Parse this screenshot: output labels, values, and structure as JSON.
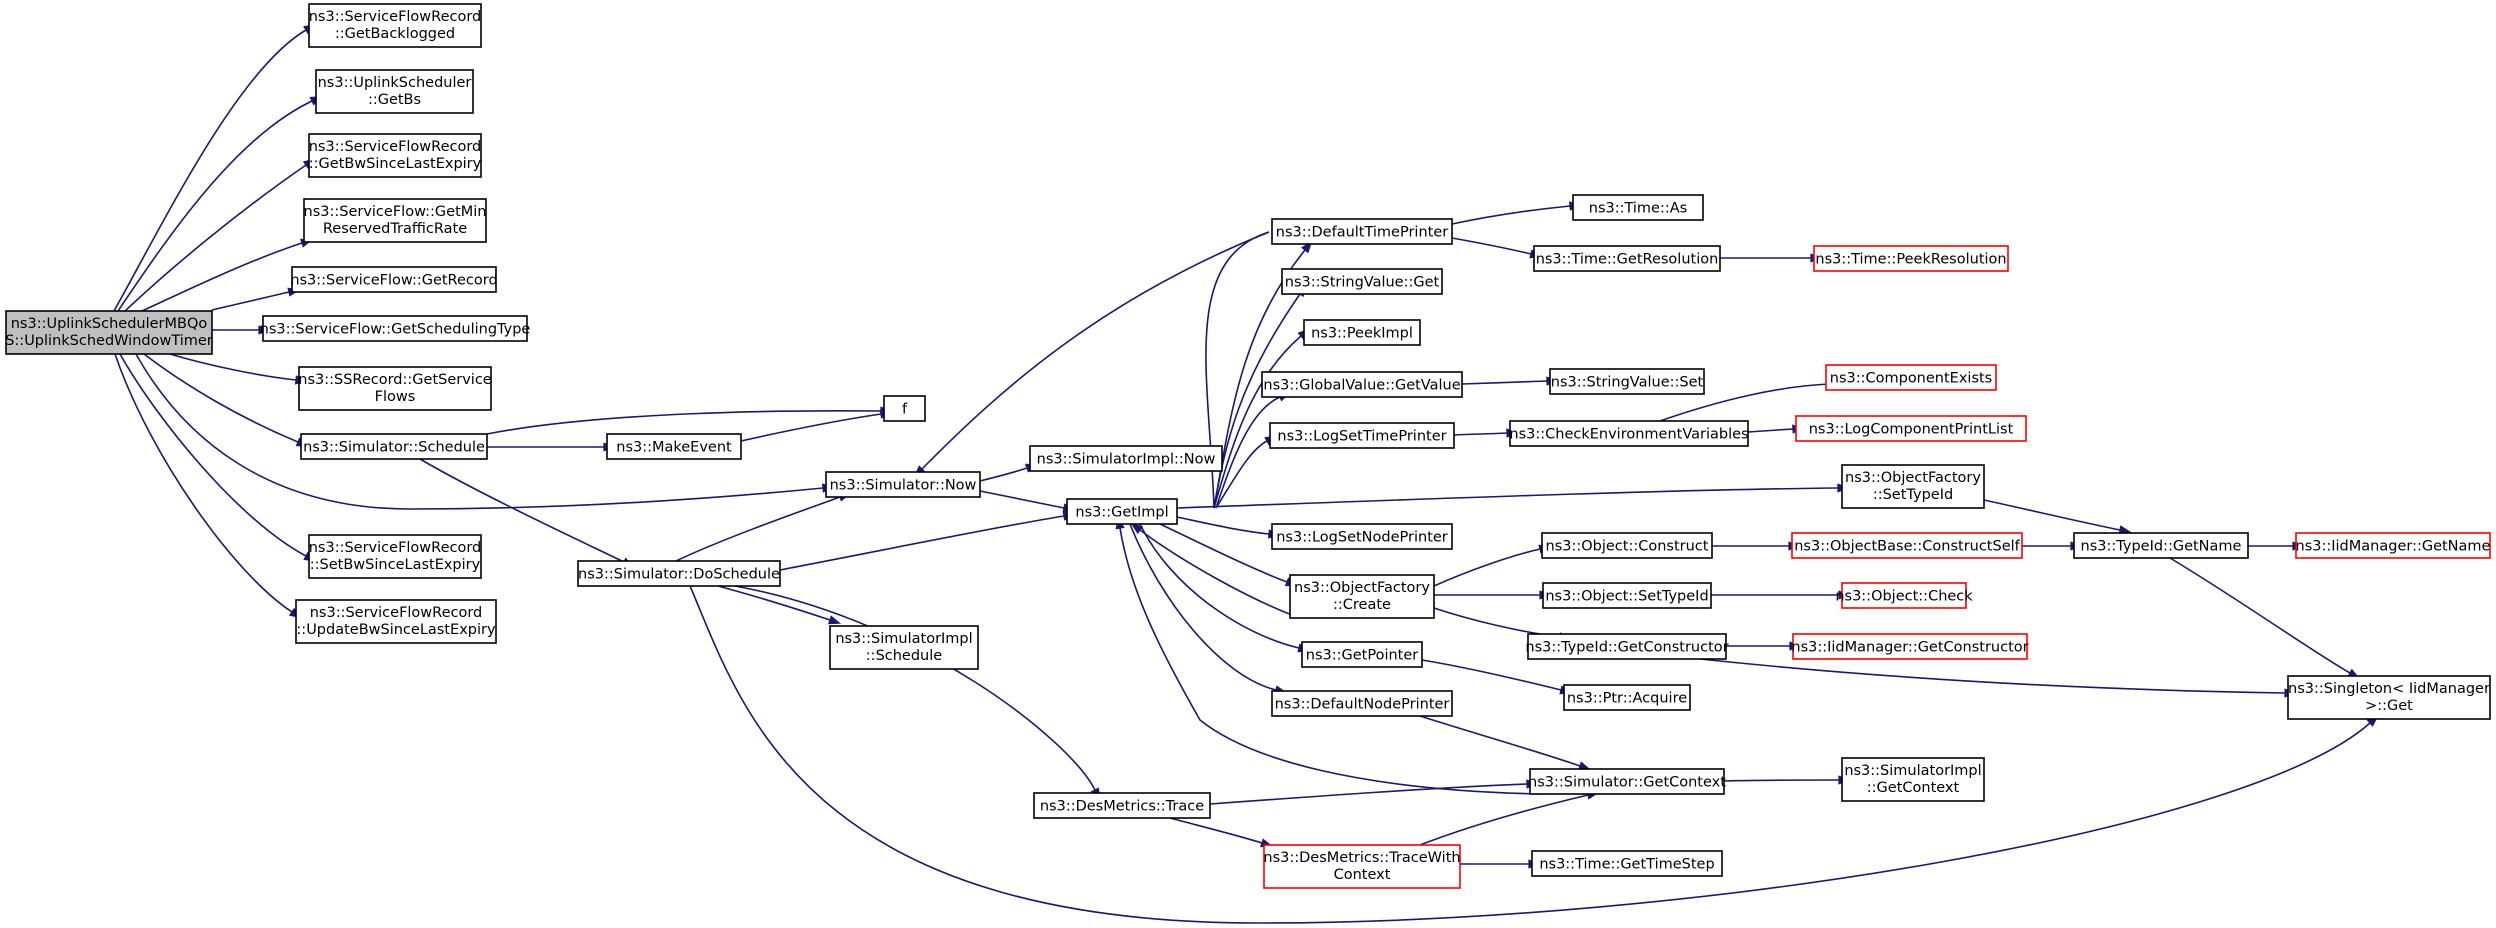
{
  "colors": {
    "edge": "#191970",
    "border": "#000000",
    "border_truncated": "#ff0000",
    "root_fill": "#bfbfbf"
  },
  "nodes": [
    {
      "id": "root",
      "lines": [
        "ns3::UplinkSchedulerMBQo",
        "S::UplinkSchedWindowTimer"
      ],
      "root": true
    },
    {
      "id": "getBacklogged",
      "lines": [
        "ns3::ServiceFlowRecord",
        "::GetBacklogged"
      ]
    },
    {
      "id": "getBs",
      "lines": [
        "ns3::UplinkScheduler",
        "::GetBs"
      ]
    },
    {
      "id": "getBwSince",
      "lines": [
        "ns3::ServiceFlowRecord",
        "::GetBwSinceLastExpiry"
      ]
    },
    {
      "id": "getMinRes",
      "lines": [
        "ns3::ServiceFlow::GetMin",
        "ReservedTrafficRate"
      ]
    },
    {
      "id": "getRecord",
      "lines": [
        "ns3::ServiceFlow::GetRecord"
      ]
    },
    {
      "id": "getSchedType",
      "lines": [
        "ns3::ServiceFlow::GetSchedulingType"
      ]
    },
    {
      "id": "ssGetServiceFlows",
      "lines": [
        "ns3::SSRecord::GetService",
        "Flows"
      ]
    },
    {
      "id": "schedule",
      "lines": [
        "ns3::Simulator::Schedule"
      ]
    },
    {
      "id": "setBwSince",
      "lines": [
        "ns3::ServiceFlowRecord",
        "::SetBwSinceLastExpiry"
      ]
    },
    {
      "id": "updBwSince",
      "lines": [
        "ns3::ServiceFlowRecord",
        "::UpdateBwSinceLastExpiry"
      ]
    },
    {
      "id": "f",
      "lines": [
        "f"
      ]
    },
    {
      "id": "makeEvent",
      "lines": [
        "ns3::MakeEvent"
      ]
    },
    {
      "id": "now",
      "lines": [
        "ns3::Simulator::Now"
      ]
    },
    {
      "id": "doSchedule",
      "lines": [
        "ns3::Simulator::DoSchedule"
      ]
    },
    {
      "id": "implNow",
      "lines": [
        "ns3::SimulatorImpl::Now"
      ]
    },
    {
      "id": "implSchedule",
      "lines": [
        "ns3::SimulatorImpl",
        "::Schedule"
      ]
    },
    {
      "id": "getImpl",
      "lines": [
        "ns3::GetImpl"
      ]
    },
    {
      "id": "desTrace",
      "lines": [
        "ns3::DesMetrics::Trace"
      ]
    },
    {
      "id": "desTraceCtx",
      "lines": [
        "ns3::DesMetrics::TraceWith",
        "Context"
      ],
      "red": true
    },
    {
      "id": "defTimePrinter",
      "lines": [
        "ns3::DefaultTimePrinter"
      ]
    },
    {
      "id": "strValGet",
      "lines": [
        "ns3::StringValue::Get"
      ]
    },
    {
      "id": "peekImpl",
      "lines": [
        "ns3::PeekImpl"
      ]
    },
    {
      "id": "gvGetValue",
      "lines": [
        "ns3::GlobalValue::GetValue"
      ]
    },
    {
      "id": "logSetTime",
      "lines": [
        "ns3::LogSetTimePrinter"
      ]
    },
    {
      "id": "logSetNode",
      "lines": [
        "ns3::LogSetNodePrinter"
      ]
    },
    {
      "id": "ofCreate",
      "lines": [
        "ns3::ObjectFactory",
        "::Create"
      ]
    },
    {
      "id": "getPointer",
      "lines": [
        "ns3::GetPointer"
      ]
    },
    {
      "id": "defNodePrinter",
      "lines": [
        "ns3::DefaultNodePrinter"
      ]
    },
    {
      "id": "timeAs",
      "lines": [
        "ns3::Time::As"
      ]
    },
    {
      "id": "timeGetRes",
      "lines": [
        "ns3::Time::GetResolution"
      ]
    },
    {
      "id": "strValSet",
      "lines": [
        "ns3::StringValue::Set"
      ]
    },
    {
      "id": "checkEnv",
      "lines": [
        "ns3::CheckEnvironmentVariables"
      ]
    },
    {
      "id": "objConstruct",
      "lines": [
        "ns3::Object::Construct"
      ]
    },
    {
      "id": "objSetTypeId",
      "lines": [
        "ns3::Object::SetTypeId"
      ]
    },
    {
      "id": "typeIdGetCtor",
      "lines": [
        "ns3::TypeId::GetConstructor"
      ]
    },
    {
      "id": "ptrAcquire",
      "lines": [
        "ns3::Ptr::Acquire"
      ]
    },
    {
      "id": "simGetContext",
      "lines": [
        "ns3::Simulator::GetContext"
      ]
    },
    {
      "id": "timeGetStep",
      "lines": [
        "ns3::Time::GetTimeStep"
      ]
    },
    {
      "id": "timePeekRes",
      "lines": [
        "ns3::Time::PeekResolution"
      ],
      "red": true
    },
    {
      "id": "compExists",
      "lines": [
        "ns3::ComponentExists"
      ],
      "red": true
    },
    {
      "id": "logCompList",
      "lines": [
        "ns3::LogComponentPrintList"
      ],
      "red": true
    },
    {
      "id": "ofSetTypeId",
      "lines": [
        "ns3::ObjectFactory",
        "::SetTypeId"
      ]
    },
    {
      "id": "objBaseCtor",
      "lines": [
        "ns3::ObjectBase::ConstructSelf"
      ],
      "red": true
    },
    {
      "id": "objCheck",
      "lines": [
        "ns3::Object::Check"
      ],
      "red": true
    },
    {
      "id": "iidGetCtor",
      "lines": [
        "ns3::IidManager::GetConstructor"
      ],
      "red": true
    },
    {
      "id": "implGetContext",
      "lines": [
        "ns3::SimulatorImpl",
        "::GetContext"
      ]
    },
    {
      "id": "typeIdGetName",
      "lines": [
        "ns3::TypeId::GetName"
      ]
    },
    {
      "id": "iidGetName",
      "lines": [
        "ns3::IidManager::GetName"
      ],
      "red": true
    },
    {
      "id": "singletonGet",
      "lines": [
        "ns3::Singleton< IidManager",
        ">::Get"
      ]
    }
  ]
}
